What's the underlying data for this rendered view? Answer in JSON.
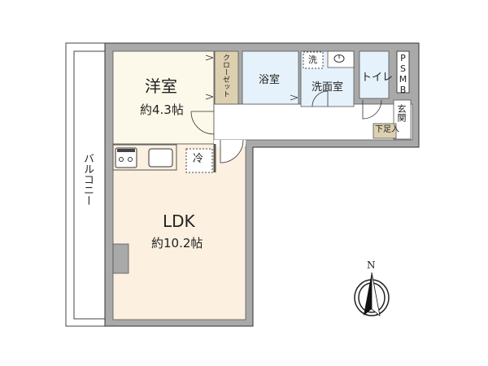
{
  "rooms": {
    "western": {
      "name": "洋室",
      "area": "約4.3帖"
    },
    "ldk": {
      "name": "LDK",
      "area": "約10.2帖"
    },
    "closet": "クローゼット",
    "bath": "浴室",
    "washroom": "洗面室",
    "washer": "洗",
    "toilet": "トイレ",
    "psmb": "PSMB",
    "entrance": "玄関",
    "shoe_box": "下足入",
    "fridge": "冷",
    "balcony": "バルコニー"
  },
  "compass": {
    "north_label": "N"
  },
  "colors": {
    "wall": "#a9a9a9",
    "western_floor": "#fdf9ea",
    "ldk_floor": "#fcf0e0",
    "wet_area": "#e6f2fb",
    "closet": "#ddd0b0"
  }
}
